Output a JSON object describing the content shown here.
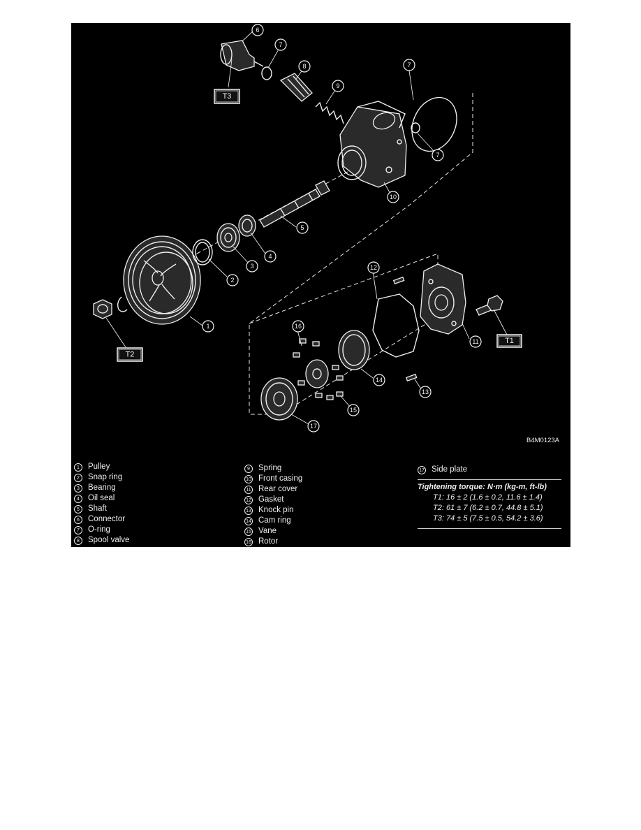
{
  "figure_id": "B4M0123A",
  "callouts": [
    "1",
    "2",
    "3",
    "4",
    "5",
    "6",
    "7",
    "7",
    "7",
    "8",
    "9",
    "10",
    "11",
    "12",
    "13",
    "14",
    "15",
    "16",
    "17"
  ],
  "torque_tags": [
    "T1",
    "T2",
    "T3"
  ],
  "legend_col1": [
    {
      "n": "1",
      "label": "Pulley"
    },
    {
      "n": "2",
      "label": "Snap ring"
    },
    {
      "n": "3",
      "label": "Bearing"
    },
    {
      "n": "4",
      "label": "Oil seal"
    },
    {
      "n": "5",
      "label": "Shaft"
    },
    {
      "n": "6",
      "label": "Connector"
    },
    {
      "n": "7",
      "label": "O-ring"
    },
    {
      "n": "8",
      "label": "Spool valve"
    }
  ],
  "legend_col2": [
    {
      "n": "9",
      "label": "Spring"
    },
    {
      "n": "10",
      "label": "Front casing"
    },
    {
      "n": "11",
      "label": "Rear cover"
    },
    {
      "n": "12",
      "label": "Gasket"
    },
    {
      "n": "13",
      "label": "Knock pin"
    },
    {
      "n": "14",
      "label": "Cam ring"
    },
    {
      "n": "15",
      "label": "Vane"
    },
    {
      "n": "16",
      "label": "Rotor"
    }
  ],
  "legend_col3": [
    {
      "n": "17",
      "label": "Side plate"
    }
  ],
  "torque": {
    "title": "Tightening torque: N·m (kg-m, ft-lb)",
    "rows": [
      "T1: 16 ± 2 (1.6 ± 0.2, 11.6 ± 1.4)",
      "T2: 61 ± 7 (6.2 ± 0.7, 44.8 ± 5.1)",
      "T3: 74 ± 5 (7.5 ± 0.5, 54.2 ± 3.6)"
    ]
  }
}
